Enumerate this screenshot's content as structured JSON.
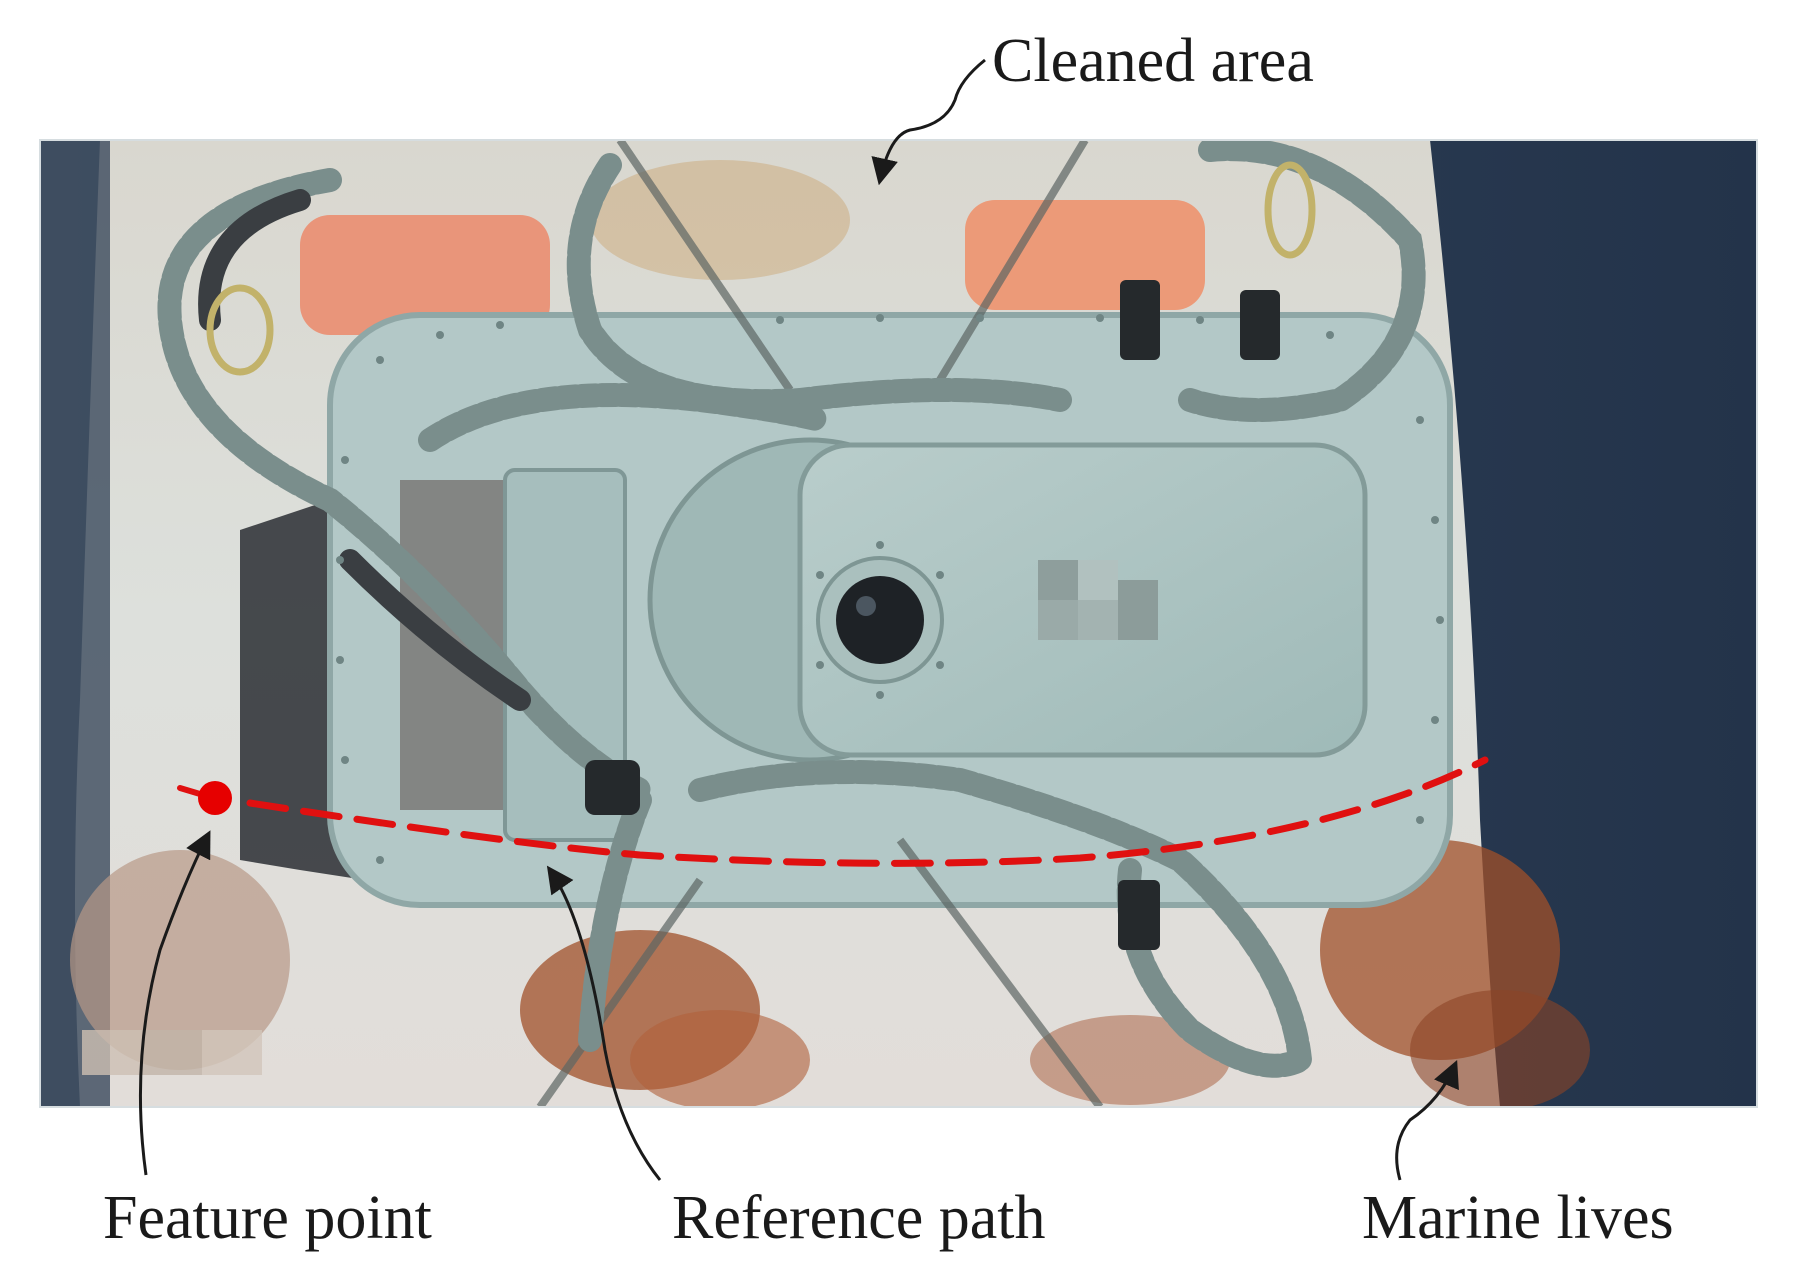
{
  "annotations": {
    "cleaned_area": "Cleaned area",
    "feature_point": "Feature point",
    "reference_path": "Reference path",
    "marine_lives": "Marine lives"
  },
  "colors": {
    "reference_path": "#e01010",
    "feature_point": "#e60000",
    "arrow": "#1a1a1a",
    "water": "#27374d",
    "hull": "#d8dcd6",
    "robot_body": "#a9c2c0",
    "marine_growth": "#a0502a",
    "float_block": "#e9957a"
  }
}
